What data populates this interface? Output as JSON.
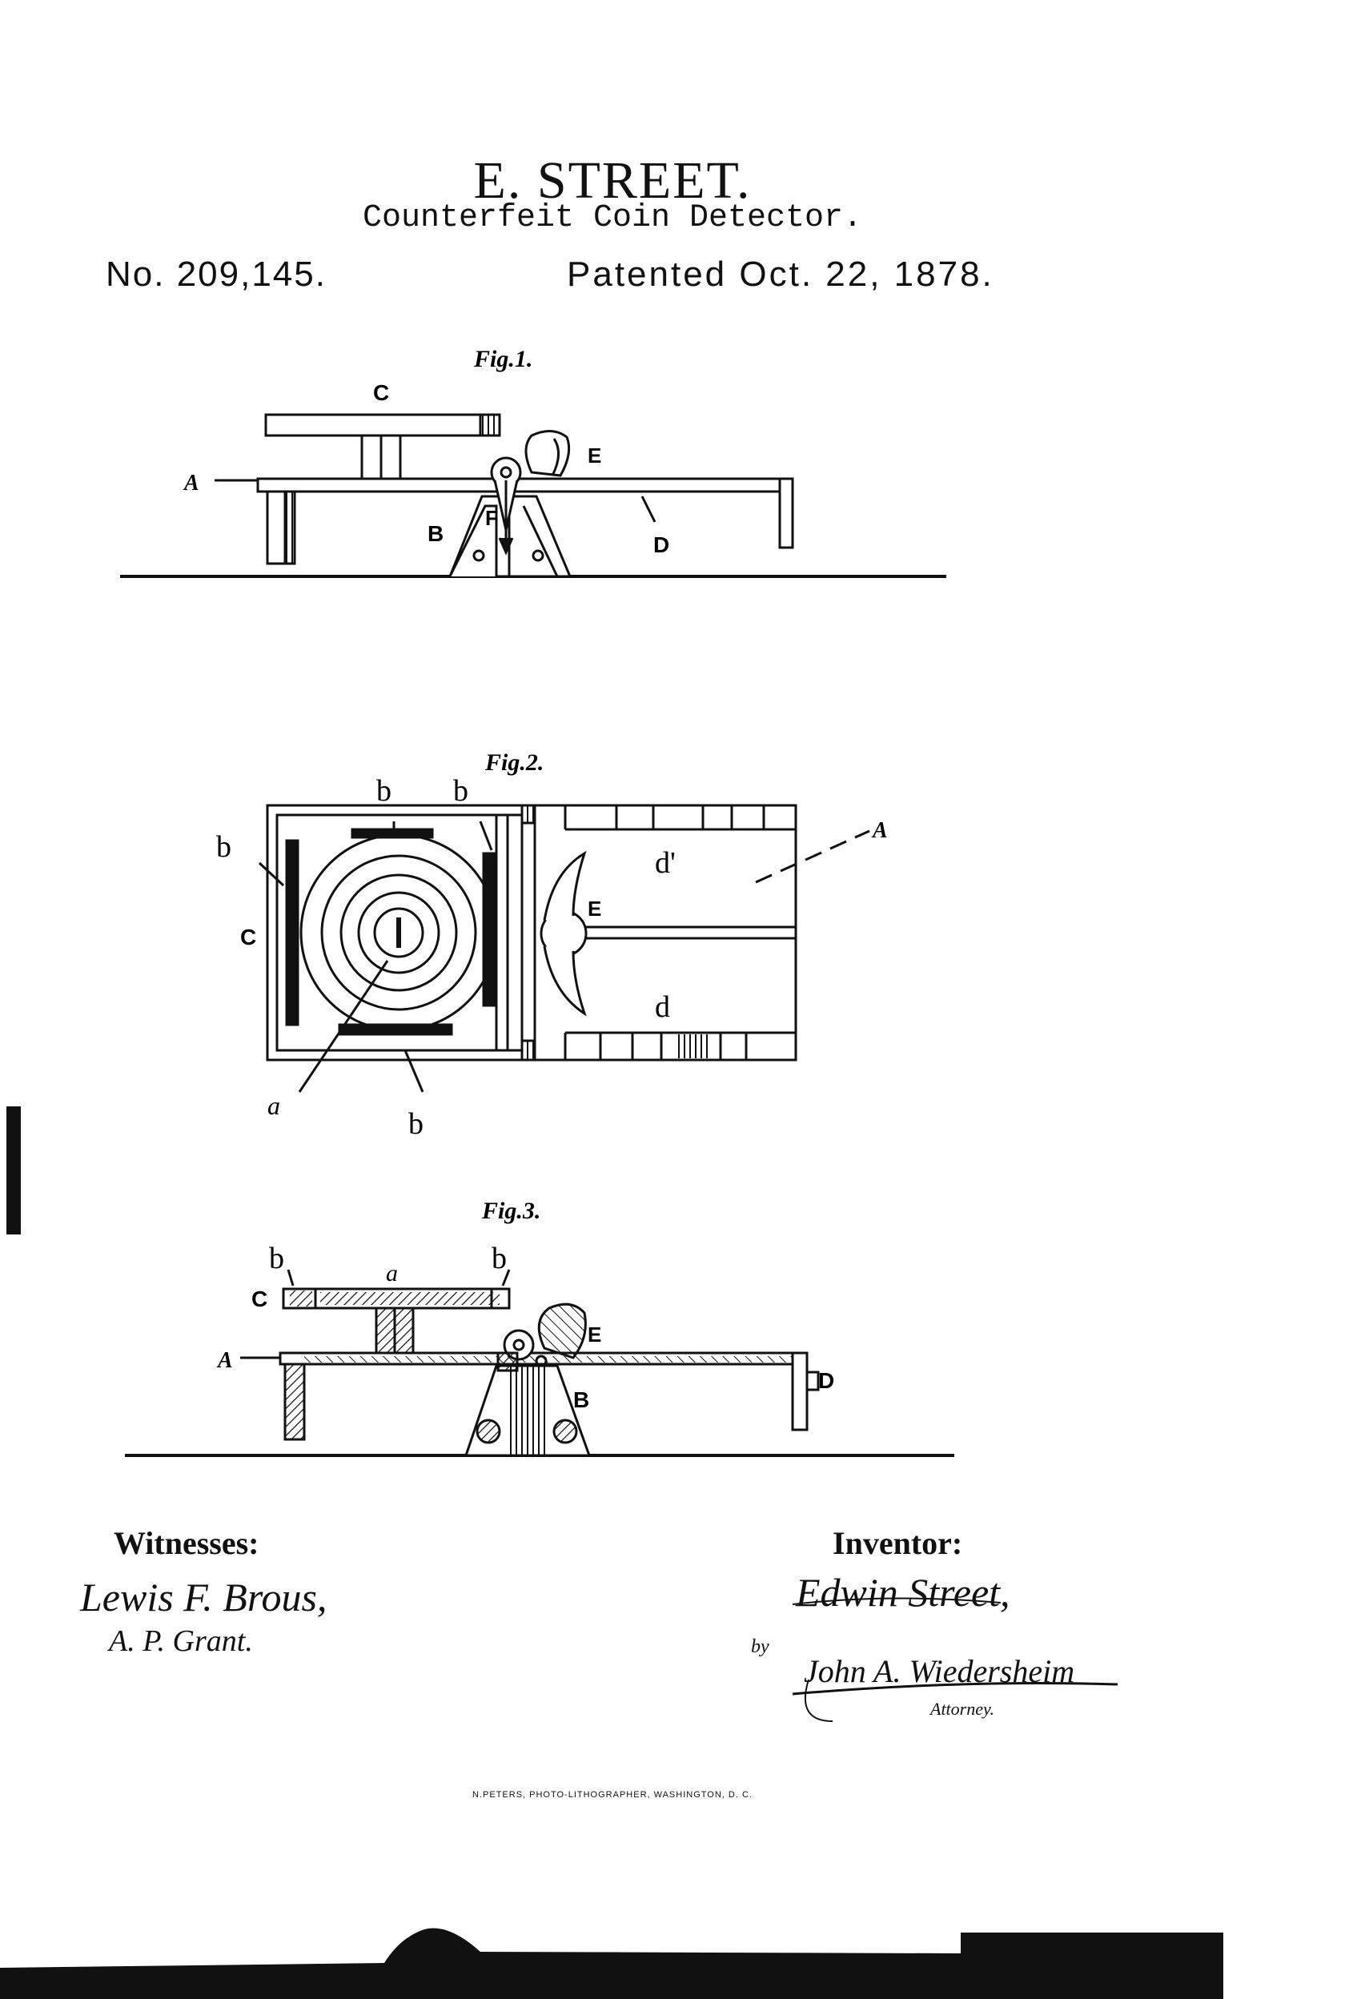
{
  "header": {
    "inventor_name": "E. STREET.",
    "title": "Counterfeit Coin Detector.",
    "patent_number": "No. 209,145.",
    "patent_date": "Patented Oct. 22, 1878."
  },
  "figures": {
    "fig1": {
      "label": "Fig.1.",
      "letters": {
        "A": "A",
        "B": "B",
        "C": "C",
        "D": "D",
        "E": "E",
        "F": "F"
      }
    },
    "fig2": {
      "label": "Fig.2.",
      "letters": {
        "A": "A",
        "C": "C",
        "E": "E",
        "a": "a",
        "b": "b",
        "d": "d",
        "d1": "d'"
      }
    },
    "fig3": {
      "label": "Fig.3.",
      "letters": {
        "A": "A",
        "B": "B",
        "C": "C",
        "D": "D",
        "E": "E",
        "a": "a",
        "b": "b"
      }
    }
  },
  "signatures": {
    "witnesses_heading": "Witnesses:",
    "witness_1": "Lewis F. Brous,",
    "witness_2": "A. P. Grant.",
    "inventor_heading": "Inventor:",
    "inventor": "Edwin Street,",
    "by": "by",
    "attorney": "John A. Wiedersheim",
    "attorney_caption": "Attorney."
  },
  "footer": {
    "lithographer": "N.PETERS, PHOTO-LITHOGRAPHER, WASHINGTON, D. C."
  }
}
